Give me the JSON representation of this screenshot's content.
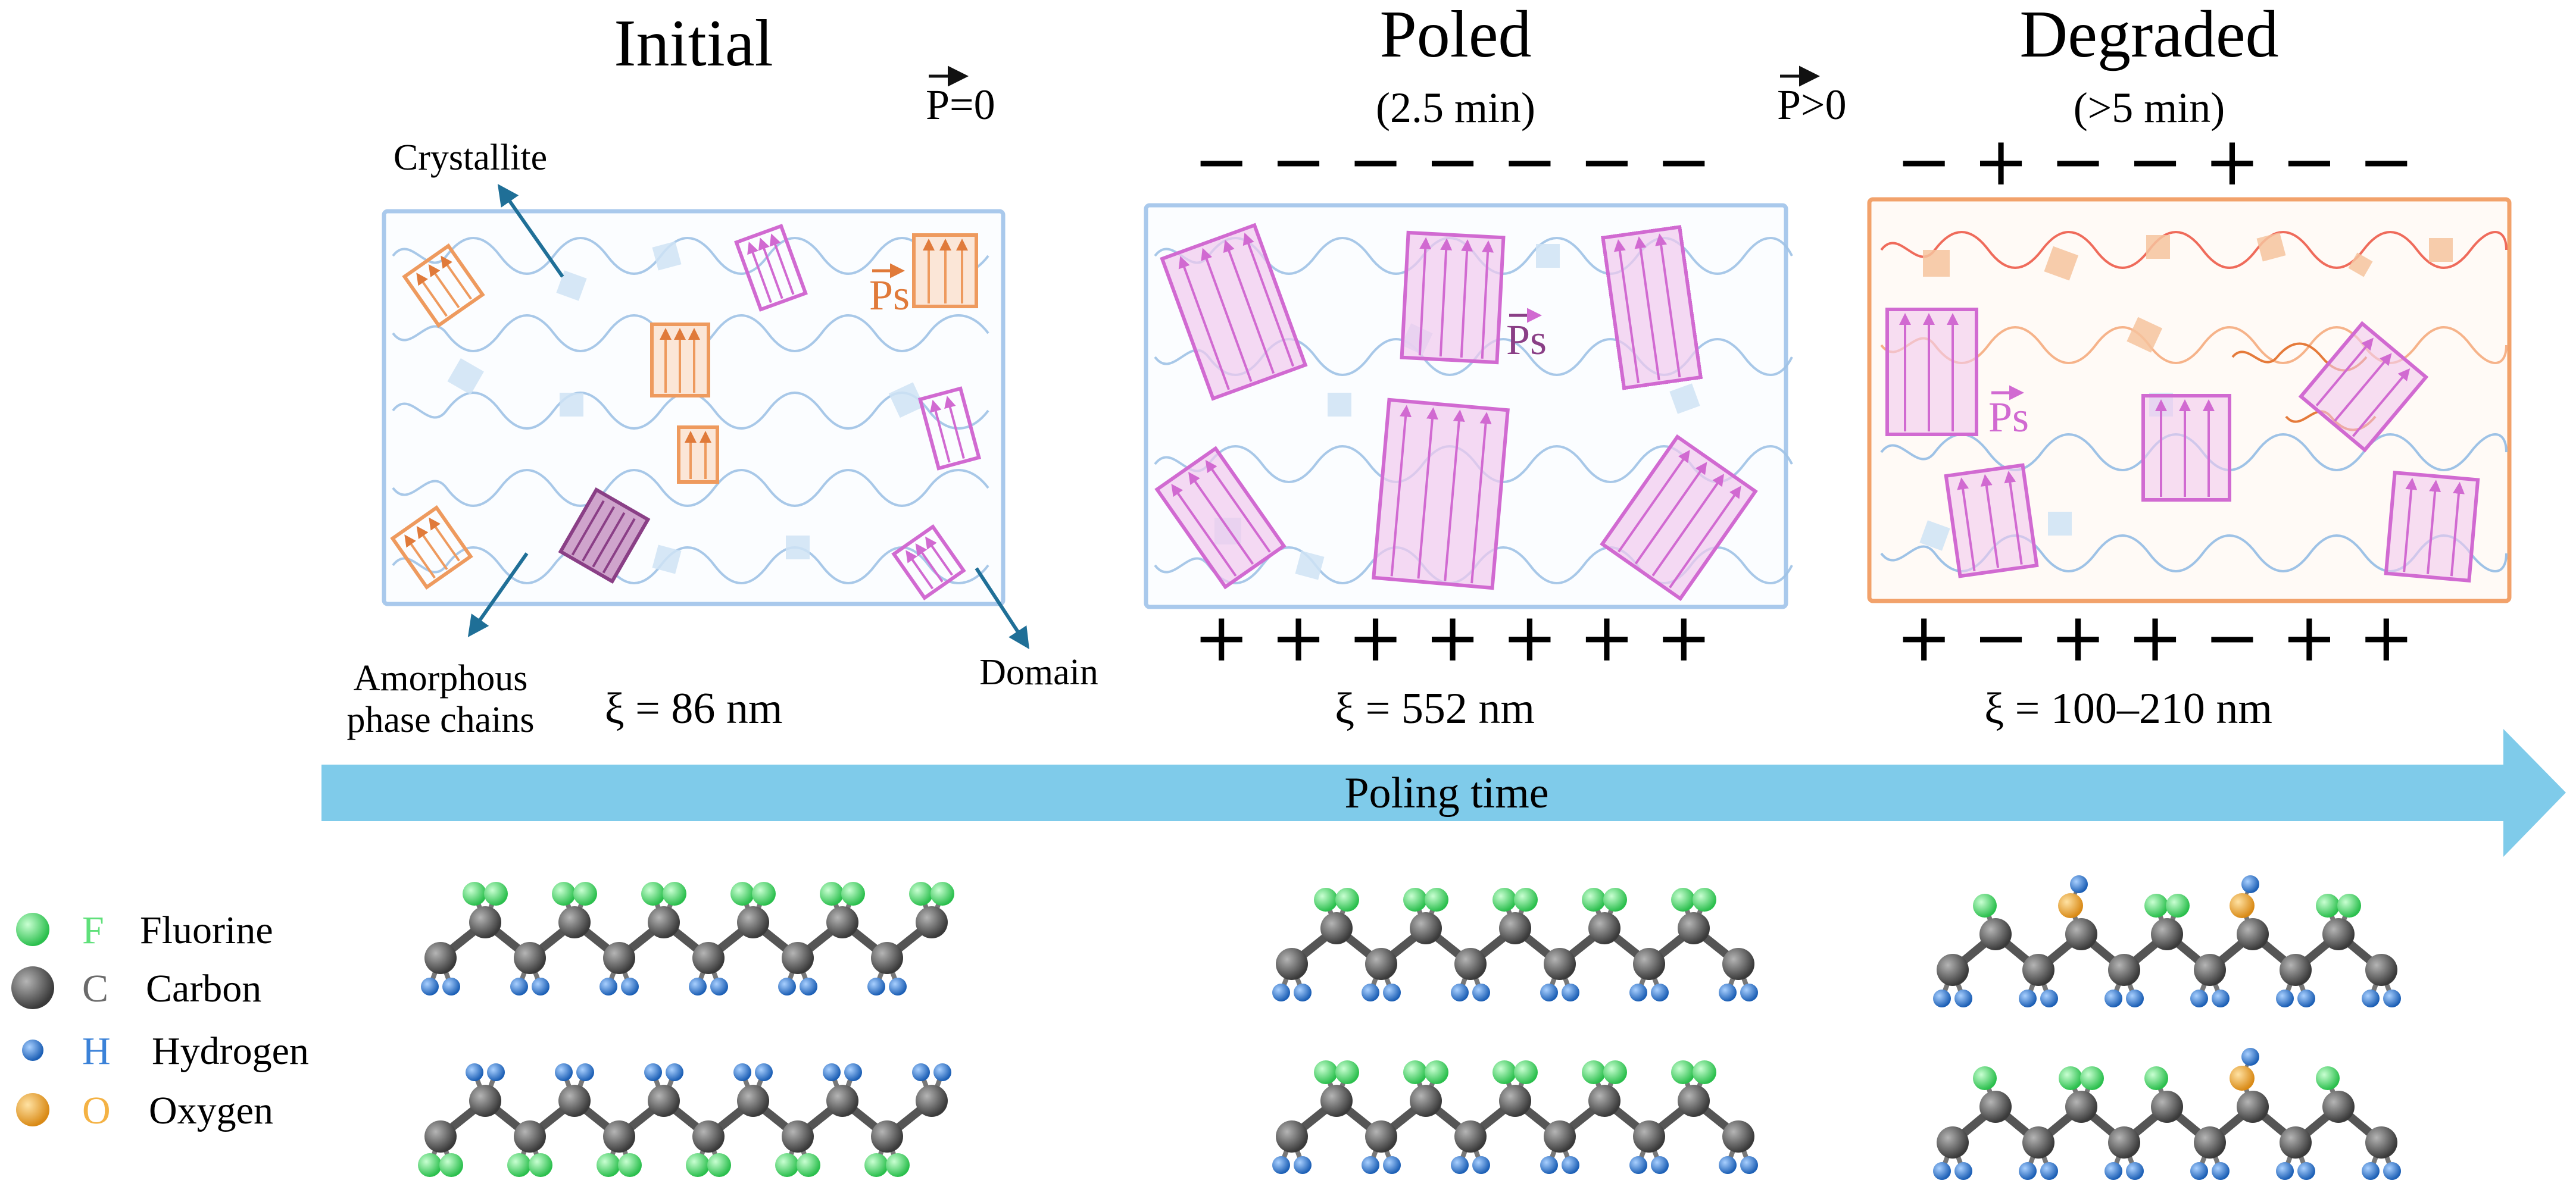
{
  "panels": [
    {
      "title": "Initial",
      "subtitle": "",
      "polarization": "P=0",
      "xi": "ξ = 86 nm",
      "domain_label": "Ps",
      "top_signs": "",
      "bottom_signs": ""
    },
    {
      "title": "Poled",
      "subtitle": "(2.5 min)",
      "polarization": "P>0",
      "xi": "ξ = 552 nm",
      "domain_label": "Ps",
      "top_signs": "−  −  −  −  −  −  −",
      "bottom_signs": "+  +  +  +  +  +  +"
    },
    {
      "title": "Degraded",
      "subtitle": "(>5 min)",
      "polarization": "",
      "xi": "ξ = 100–210 nm",
      "domain_label": "Ps",
      "top_signs": "−  +  −  −  +  −  −",
      "bottom_signs": "+  −  +  +  −  +  +"
    }
  ],
  "callouts": {
    "crystallite": "Crystallite",
    "amorphous": "Amorphous\nphase chains",
    "amorphous_line1": "Amorphous",
    "amorphous_line2": "phase chains",
    "domain": "Domain"
  },
  "arrow_label": "Poling time",
  "legend": [
    {
      "symbol": "F",
      "name": "Fluorine",
      "color": "#5fe07a"
    },
    {
      "symbol": "C",
      "name": "Carbon",
      "color": "#6b6b6b"
    },
    {
      "symbol": "H",
      "name": "Hydrogen",
      "color": "#3b82d8"
    },
    {
      "symbol": "O",
      "name": "Oxygen",
      "color": "#f4b244"
    }
  ],
  "colors": {
    "box_blue": "#a9c9ec",
    "box_orange": "#f2a26b",
    "domain_pink": "#e48ee0",
    "domain_orange": "#ee9a5e",
    "domain_purple": "#8a3f86",
    "arrow": "#7fcbea"
  }
}
